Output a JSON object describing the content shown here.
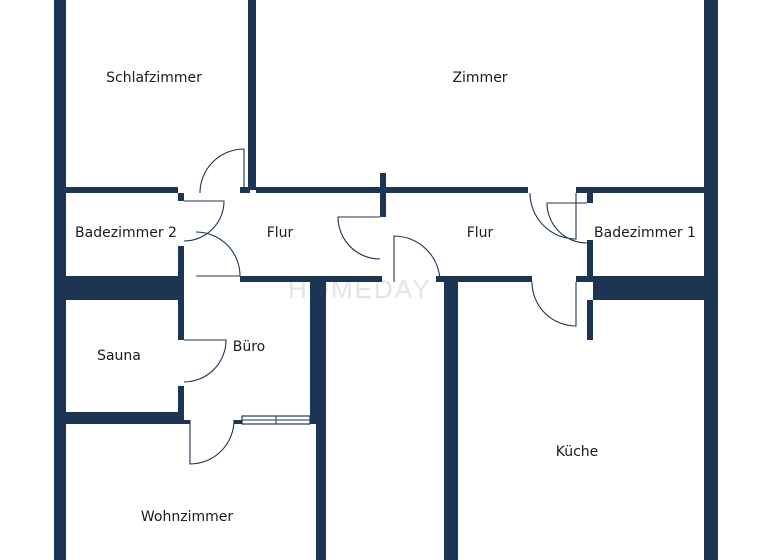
{
  "floorplan": {
    "colors": {
      "wall": "#1c3553",
      "background": "#ffffff",
      "text": "#1b1b1b",
      "watermark": "#e1e5ea"
    },
    "watermark": "HOMEDAY",
    "rooms": [
      {
        "id": "schlafzimmer",
        "label": "Schlafzimmer"
      },
      {
        "id": "zimmer",
        "label": "Zimmer"
      },
      {
        "id": "badezimmer2",
        "label": "Badezimmer 2"
      },
      {
        "id": "flur1",
        "label": "Flur"
      },
      {
        "id": "flur2",
        "label": "Flur"
      },
      {
        "id": "badezimmer1",
        "label": "Badezimmer 1"
      },
      {
        "id": "sauna",
        "label": "Sauna"
      },
      {
        "id": "buero",
        "label": "Büro"
      },
      {
        "id": "kueche",
        "label": "Küche"
      },
      {
        "id": "wohnzimmer",
        "label": "Wohnzimmer"
      }
    ]
  }
}
